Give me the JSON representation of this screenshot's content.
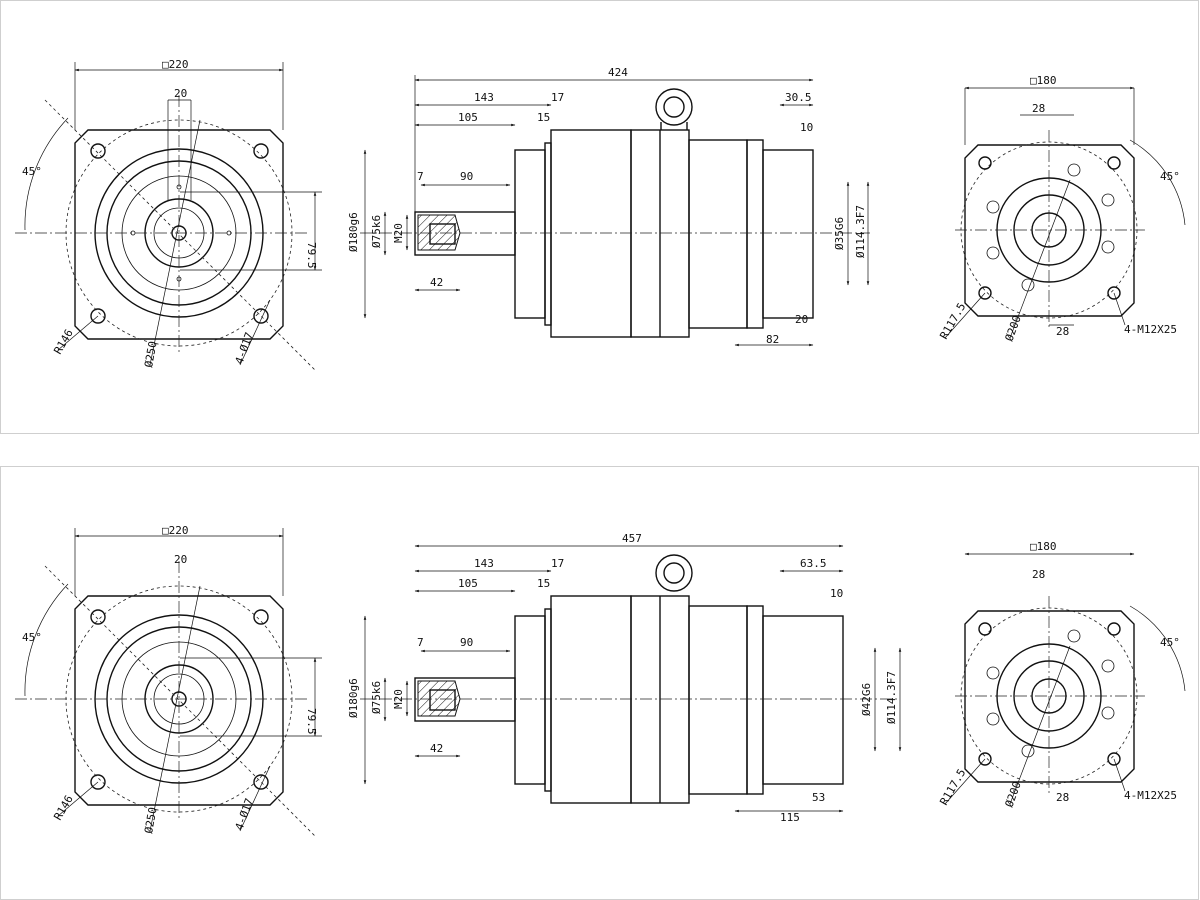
{
  "panels": [
    {
      "id": "upper",
      "front": {
        "square": "□220",
        "offset": "20",
        "angle": "45°",
        "radius": "R146",
        "pcd": "Ø250",
        "holes": "4-Ø17",
        "height": "79.5"
      },
      "side": {
        "total": "424",
        "len143": "143",
        "len17": "17",
        "len105": "105",
        "len15": "15",
        "len7": "7",
        "len90": "90",
        "len42": "42",
        "dia180": "Ø180g6",
        "dia75": "Ø75k6",
        "thread": "M20",
        "adapter_len": "30.5",
        "adapter_step": "10",
        "bore": "Ø35G6",
        "pilot": "Ø114.3F7",
        "bottom_small": "20",
        "bottom_len": "82"
      },
      "rear": {
        "square": "□180",
        "top_offset": "28",
        "angle": "45°",
        "radius": "R117.5",
        "pcd": "Ø200",
        "bottom_offset": "28",
        "thread": "4-M12X25"
      }
    },
    {
      "id": "lower",
      "front": {
        "square": "□220",
        "offset": "20",
        "angle": "45°",
        "radius": "R146",
        "pcd": "Ø250",
        "holes": "4-Ø17",
        "height": "79.5"
      },
      "side": {
        "total": "457",
        "len143": "143",
        "len17": "17",
        "len105": "105",
        "len15": "15",
        "len7": "7",
        "len90": "90",
        "len42": "42",
        "dia180": "Ø180g6",
        "dia75": "Ø75k6",
        "thread": "M20",
        "adapter_len": "63.5",
        "adapter_step": "10",
        "bore": "Ø42G6",
        "pilot": "Ø114.3F7",
        "bottom_small": "53",
        "bottom_len": "115"
      },
      "rear": {
        "square": "□180",
        "top_offset": "28",
        "angle": "45°",
        "radius": "R117.5",
        "pcd": "Ø200",
        "bottom_offset": "28",
        "thread": "4-M12X25"
      }
    }
  ]
}
